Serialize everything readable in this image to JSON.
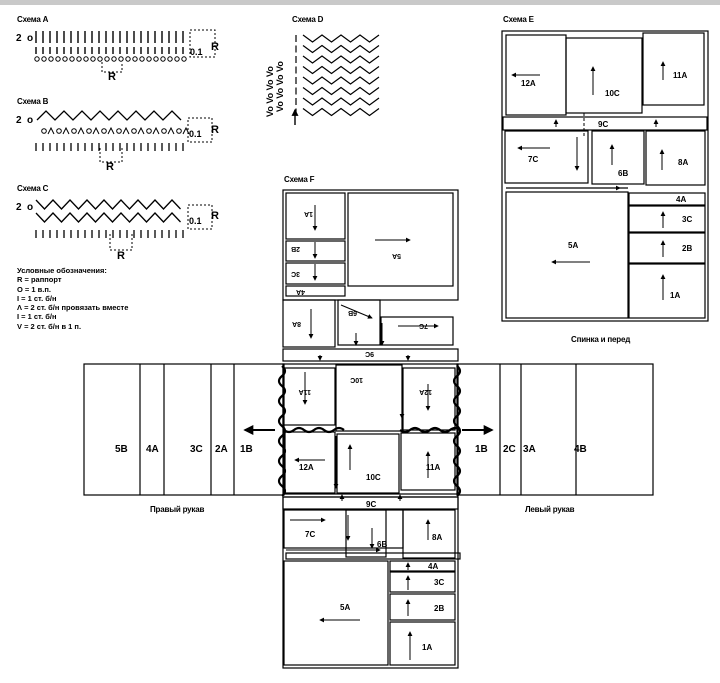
{
  "schemes": {
    "a": {
      "title": "Схема А",
      "row": "2",
      "marker": "0.1",
      "repeat": "R"
    },
    "b": {
      "title": "Схема В",
      "row": "2",
      "marker": "0.1",
      "repeat": "R"
    },
    "c": {
      "title": "Схема С",
      "row": "2",
      "marker": "0.1",
      "repeat": "R"
    },
    "d": {
      "title": "Схема D",
      "column_glyphs": "Vo Vo Vo Vo"
    },
    "e": {
      "title": "Схема Е",
      "caption": "Спинка и перед"
    },
    "f": {
      "title": "Схема F"
    }
  },
  "legend": {
    "title": "Условные обозначения:",
    "items": [
      "R = раппорт",
      "O = 1 в.п.",
      "I = 1 ст. б/н",
      "Λ = 2 ст. б/н провязать вместе",
      "I = 1 ст. б/н",
      "V = 2 ст. б/н в 1 п."
    ]
  },
  "scheme_e_pieces": [
    "12A",
    "10C",
    "11A",
    "9C",
    "7C",
    "6B",
    "8A",
    "4A",
    "3C",
    "5A",
    "2B",
    "1A"
  ],
  "scheme_f": {
    "top": [
      "1A",
      "2B",
      "3C",
      "4A",
      "5A",
      "6B",
      "7C",
      "8A",
      "9C"
    ],
    "middle": [
      "11A",
      "10C",
      "12A",
      "12A",
      "10C",
      "11A"
    ],
    "bottom": [
      "9C",
      "7C",
      "6B",
      "8A",
      "4A",
      "3C",
      "5A",
      "2B",
      "1A"
    ]
  },
  "right_sleeve": {
    "caption": "Правый рукав",
    "pieces": [
      "5B",
      "4A",
      "3C",
      "2A",
      "1B"
    ]
  },
  "left_sleeve": {
    "caption": "Левый рукав",
    "pieces": [
      "1B",
      "2C",
      "3A",
      "4B"
    ]
  }
}
